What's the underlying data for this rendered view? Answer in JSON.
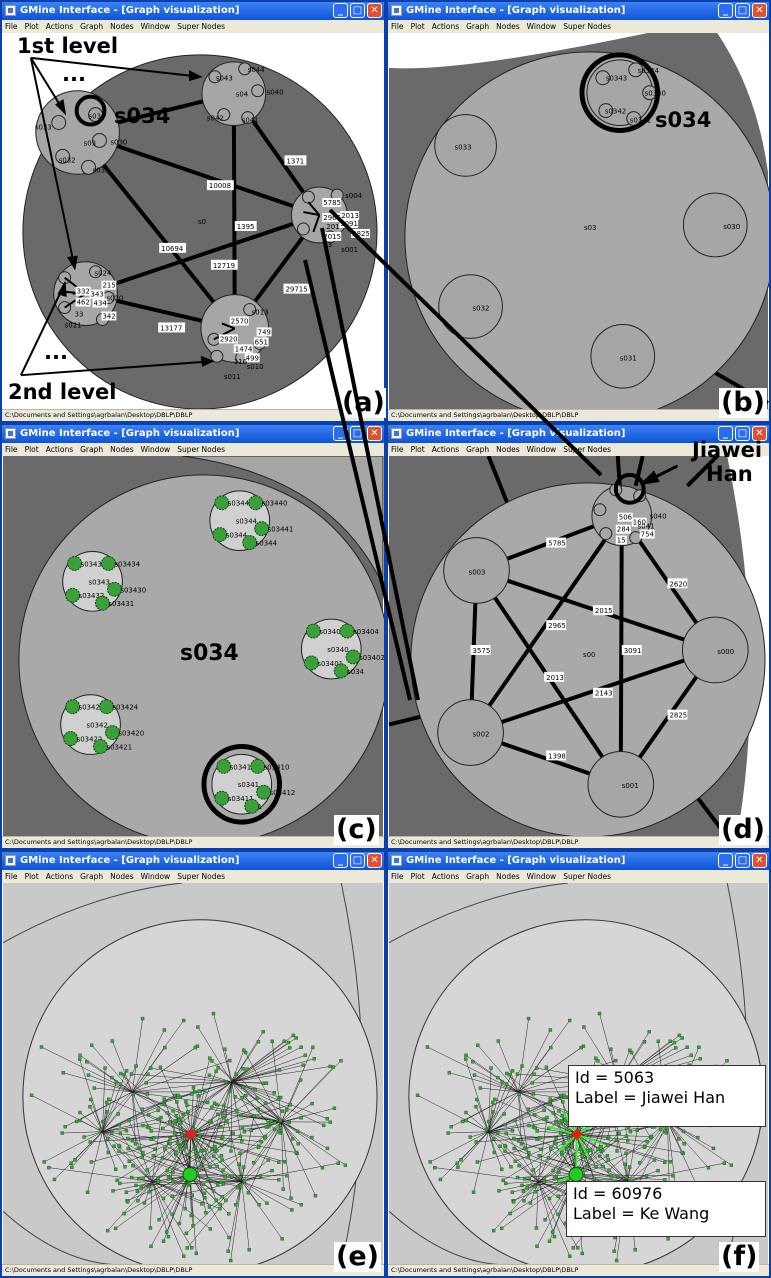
{
  "window": {
    "title": "GMine Interface - [Graph visualization]",
    "menus": [
      "File",
      "Plot",
      "Actions",
      "Graph",
      "Nodes",
      "Window",
      "Super Nodes"
    ],
    "status": "C:\\Documents and Settings\\agrbalan\\Desktop\\DBLP\\DBLP",
    "buttons": {
      "minimize": "_",
      "maximize": "□",
      "close": "✕"
    }
  },
  "panels": {
    "a": {
      "label": "(a)",
      "annotations": {
        "first_level": "1st level",
        "second_level": "2nd level",
        "ellipsis_top": "...",
        "ellipsis_bottom": "...",
        "s034": "s034"
      },
      "root": "s0",
      "nodes": {
        "s03": {
          "name": "s03",
          "children": [
            "s033",
            "s03",
            "s034",
            "s030",
            "s032",
            "s031"
          ]
        },
        "s04": {
          "name": "s04",
          "children": [
            "s043",
            "s044",
            "s04",
            "s040",
            "s042",
            "s041"
          ]
        },
        "s00": {
          "labels": [
            "5785",
            "2965",
            "3091",
            "2825",
            "2013",
            "2015",
            "201",
            "13",
            "s004",
            "s001"
          ]
        },
        "s02": {
          "labels": [
            "332",
            "343",
            "462",
            "434",
            "215",
            "s020",
            "342",
            "s024",
            "s021",
            "33"
          ]
        },
        "s01": {
          "labels": [
            "2920",
            "2570",
            "1474",
            "s013",
            "749",
            "651",
            "499",
            "s010",
            "s011",
            "116"
          ]
        }
      },
      "edges": [
        "1371",
        "10008",
        "1395",
        "10694",
        "12719",
        "29715",
        "13177"
      ]
    },
    "b": {
      "label": "(b)",
      "annotations": {
        "s034": "s034"
      },
      "center": "s03",
      "nodes": [
        "s033",
        "s030",
        "s032",
        "s031"
      ],
      "s034_children": [
        "s0343",
        "s0344",
        "s0340",
        "s0342",
        "s0341"
      ]
    },
    "c": {
      "label": "(c)",
      "center": "s034",
      "groups": [
        {
          "name": "s0344",
          "leaves": [
            "s03443",
            "s03440",
            "s03441",
            "s0344",
            "s0344"
          ]
        },
        {
          "name": "s0343",
          "leaves": [
            "s03433",
            "s03434",
            "s03430",
            "s03432",
            "s03431"
          ]
        },
        {
          "name": "s0340",
          "leaves": [
            "s03403",
            "s03404",
            "s03402",
            "s03401",
            "s034"
          ]
        },
        {
          "name": "s0342",
          "leaves": [
            "s03423",
            "s03424",
            "s03420",
            "s03422",
            "s03421"
          ]
        },
        {
          "name": "s0341",
          "leaves": [
            "s03413",
            "s03410",
            "s03412",
            "s03411",
            "1"
          ]
        }
      ]
    },
    "d": {
      "label": "(d)",
      "annotation": {
        "line1": "Jiawei",
        "line2": "Han"
      },
      "center": "s00",
      "nodes": [
        "s003",
        "s000",
        "s002",
        "s001"
      ],
      "s004_labels": [
        "506",
        "160",
        "284",
        "754",
        "15",
        "s040",
        "s041"
      ],
      "edges": [
        "5785",
        "2620",
        "2015",
        "2965",
        "3575",
        "3091",
        "2013",
        "2143",
        "2825",
        "1398"
      ]
    },
    "e": {
      "label": "(e)"
    },
    "f": {
      "label": "(f)",
      "tooltip1": {
        "id": "Id = 5063",
        "label": "Label = Jiawei  Han"
      },
      "tooltip2": {
        "id": "Id = 60976",
        "label": "Label = Ke  Wang"
      }
    }
  },
  "colors": {
    "titlebar": "#0d53d8",
    "canvas_dark": "#6a6a6a",
    "super_node": "#a6a6a6",
    "leaf_node": "#3aa13a",
    "highlight_red": "#e02020",
    "highlight_green": "#22cc22"
  }
}
